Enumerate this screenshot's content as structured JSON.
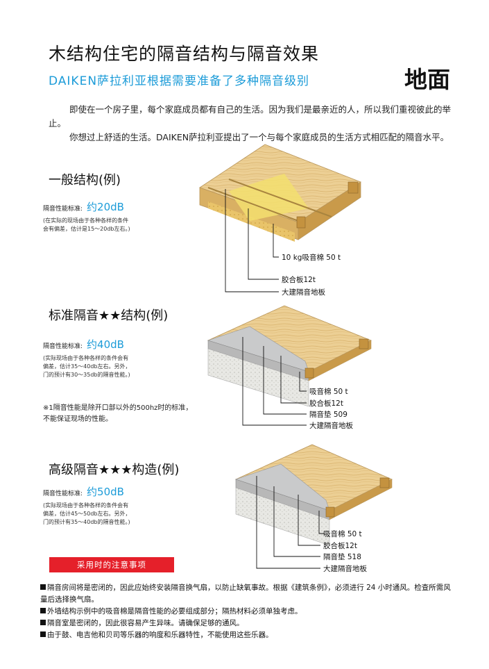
{
  "header": {
    "title": "木结构住宅的隔音结构与隔音效果",
    "subtitle": "DAIKEN萨拉利亚根据需要准备了多种隔音级别",
    "floor_label": "地面"
  },
  "intro": {
    "paragraph1": "即使在一个房子里，每个家庭成员都有自己的生活。因为我们是最亲近的人，所以我们重视彼此的举止。",
    "paragraph2": "你想过上舒适的生活。DAIKEN萨拉利亚提出了一个与每个家庭成员的生活方式相匹配的隔音水平。"
  },
  "sections": [
    {
      "heading": "一般结构(例)",
      "perf_label": "隔音性能标准:",
      "perf_value": "约20dB",
      "note": "(在实际的现场由于各种各样的条件会有偏差，估计是15～20db左右。)",
      "layers": [
        "10 kg吸音棉 50 t",
        "胶合板12t",
        "大建隔音地板"
      ]
    },
    {
      "heading": "标准隔音★★结构(例)",
      "perf_label": "隔音性能标准:",
      "perf_value": "约40dB",
      "note": "(实际现场由于各种各样的条件会有偏差，估计35～40db左右。另外，门的预计有30～35db的隔音性能。)",
      "layers": [
        "吸音棉 50 t",
        "胶合板12t",
        "隔音垫 509",
        "大建隔音地板"
      ],
      "extra_note": "※1隔音性能是除开口部以外的500hz时的标准，不能保证现场的性能。"
    },
    {
      "heading": "高级隔音★★★构造(例)",
      "perf_label": "隔音性能标准:",
      "perf_value": "约50dB",
      "note": "(实际现场由于各种各样的条件会有偏差，估计45～50db左右。另外，门的预计有35～40db的隔音性能。)",
      "layers": [
        "吸音棉 50 t",
        "胶合板12t",
        "隔音垫 518",
        "大建隔音地板"
      ]
    }
  ],
  "caution": {
    "heading": "采用时的注意事项",
    "items": [
      "隔音房间将是密闭的，因此应始终安装隔音换气扇，以防止缺氧事故。根据《建筑条例》，必须进行 24 小时通风。检查所需风量后选择换气扇。",
      "外墙结构示例中的吸音棉是隔音性能的必要组成部分；隔热材料必须单独考虑。",
      "隔音室是密闭的，因此很容易产生异味。请确保足够的通风。",
      "由于鼓、电吉他和贝司等乐器的响度和乐器特性，不能使用这些乐器。"
    ]
  },
  "colors": {
    "accent_blue": "#1b9bd8",
    "caution_red": "#e5202a",
    "wood": "#e9c98b",
    "insulation_yellow": "#f3df6e"
  }
}
